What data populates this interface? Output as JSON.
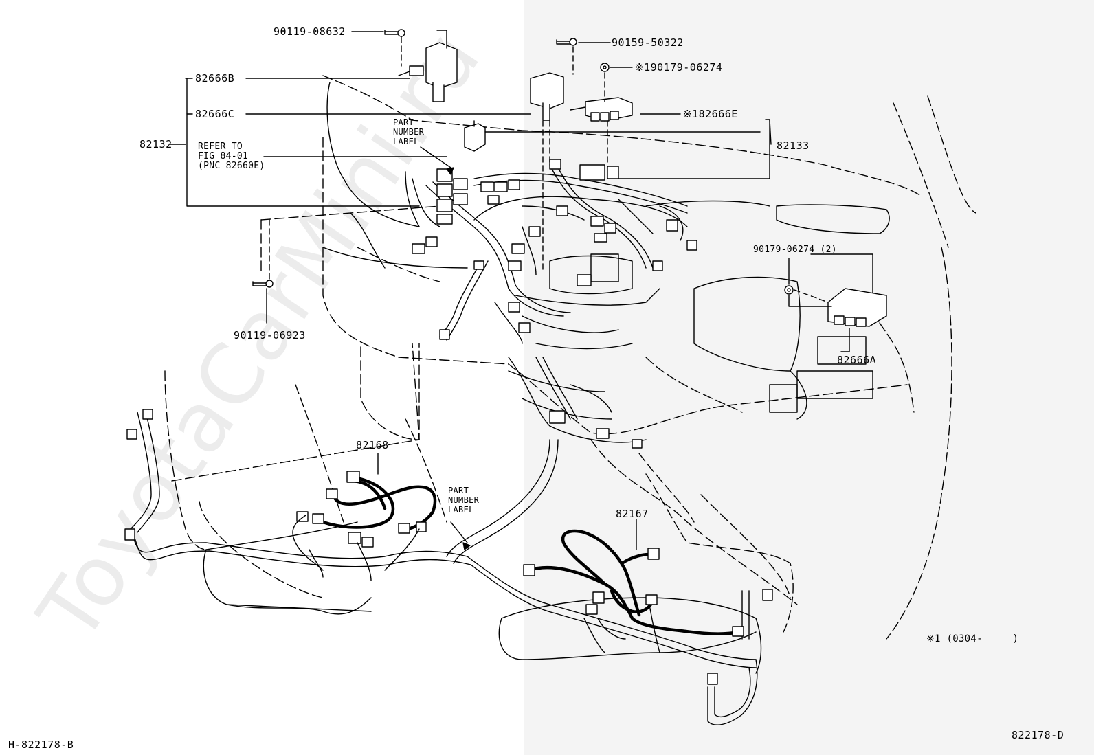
{
  "watermark": "ToyotaCarMini.ru",
  "labels": {
    "p90119_08632": "90119-08632",
    "p90159_50322": "90159-50322",
    "p190179_06274": "※190179-06274",
    "p82666B": "82666B",
    "p82666C": "82666C",
    "p182666E": "※182666E",
    "p82132": "82132",
    "p82133": "82133",
    "part_number_label_top": [
      "PART",
      "NUMBER",
      "LABEL"
    ],
    "refer_to": [
      "REFER TO",
      "FIG 84-01",
      "(PNC 82660E)"
    ],
    "p90179_06274_2": "90179-06274 (2)",
    "p90119_06923": "90119-06923",
    "p82666A": "82666A",
    "p82168": "82168",
    "part_number_label_bottom": [
      "PART",
      "NUMBER",
      "LABEL"
    ],
    "p82167": "82167",
    "note_1": "※1 (0304-     )",
    "code_left": "H-822178-B",
    "code_right": "822178-D"
  }
}
